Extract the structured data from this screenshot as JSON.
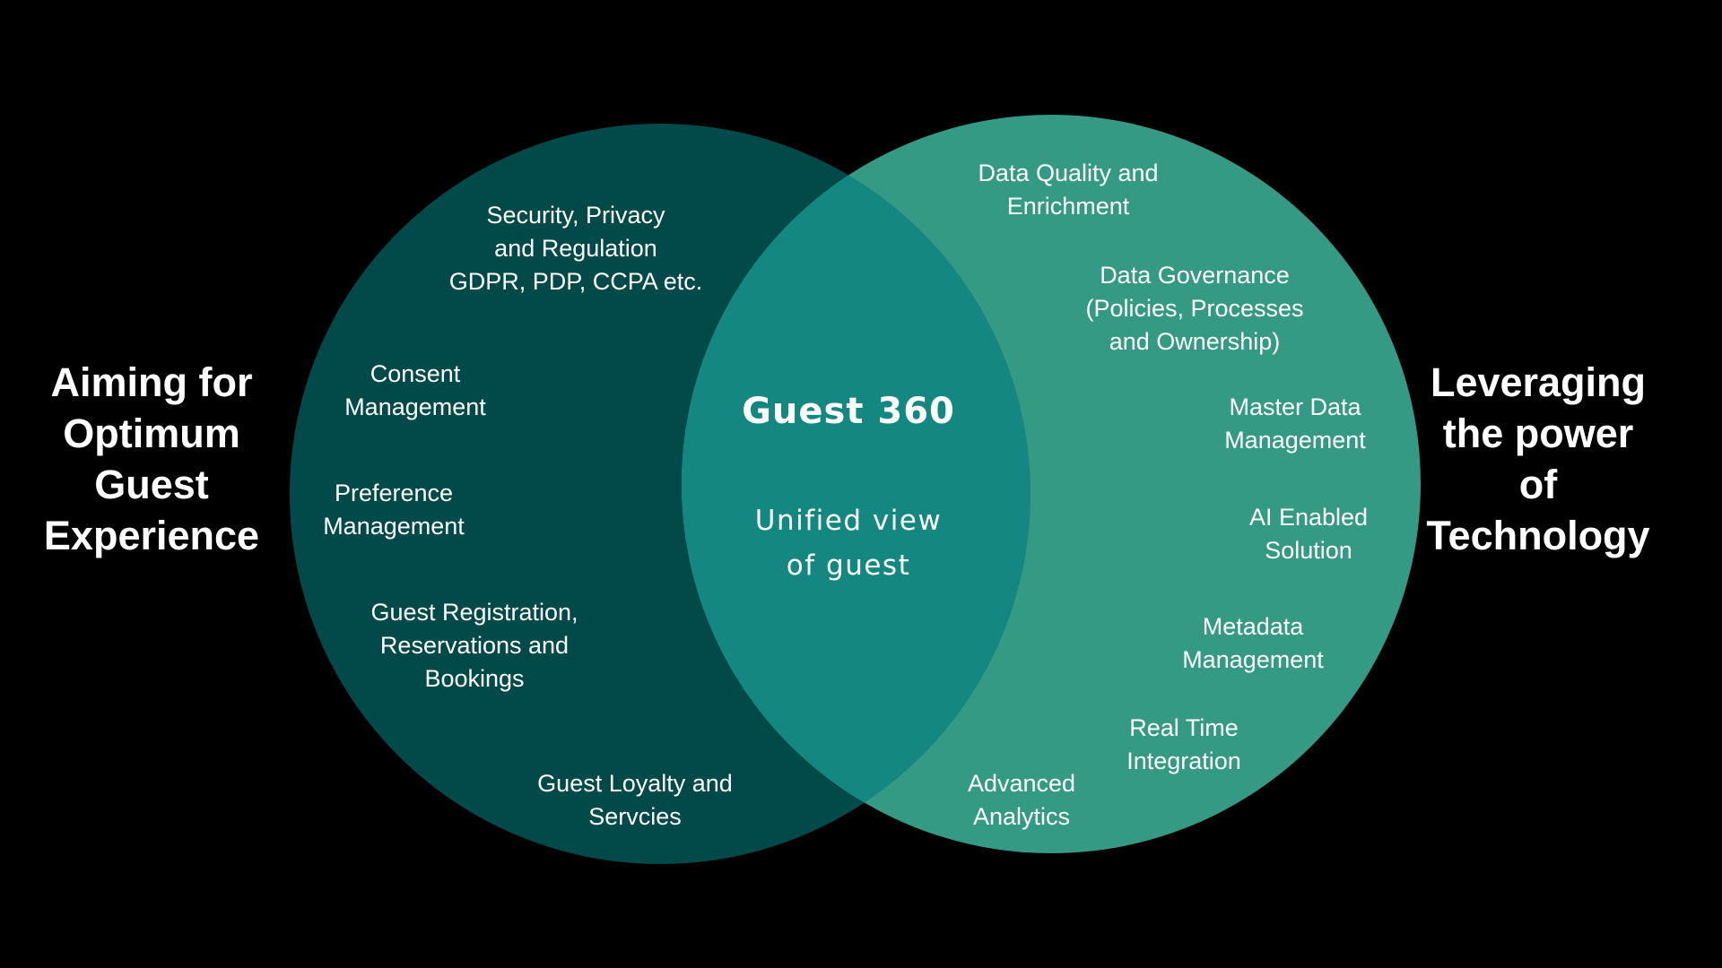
{
  "colors": {
    "background": "#000000",
    "left_circle": "#024A4A",
    "right_circle": "#359A84",
    "overlap": "#148880",
    "text": "#FFFFFF"
  },
  "left_heading": "Aiming for\nOptimum\nGuest\nExperience",
  "right_heading": "Leveraging\nthe power\nof\nTechnology",
  "center": {
    "title": "Guest 360",
    "subtitle": "Unified view\nof guest"
  },
  "left_items": {
    "security": "Security, Privacy\nand Regulation\nGDPR, PDP,  CCPA etc.",
    "consent": "Consent\nManagement",
    "preference": "Preference\nManagement",
    "registration": "Guest Registration,\nReservations and\nBookings",
    "loyalty": "Guest Loyalty and\nServcies"
  },
  "right_items": {
    "data_quality": "Data Quality and\nEnrichment",
    "governance": "Data Governance\n(Policies, Processes\nand Ownership)",
    "master_data": "Master Data\nManagement",
    "ai": "AI Enabled\nSolution",
    "metadata": "Metadata\nManagement",
    "real_time": "Real Time\nIntegration",
    "analytics": "Advanced\nAnalytics"
  }
}
